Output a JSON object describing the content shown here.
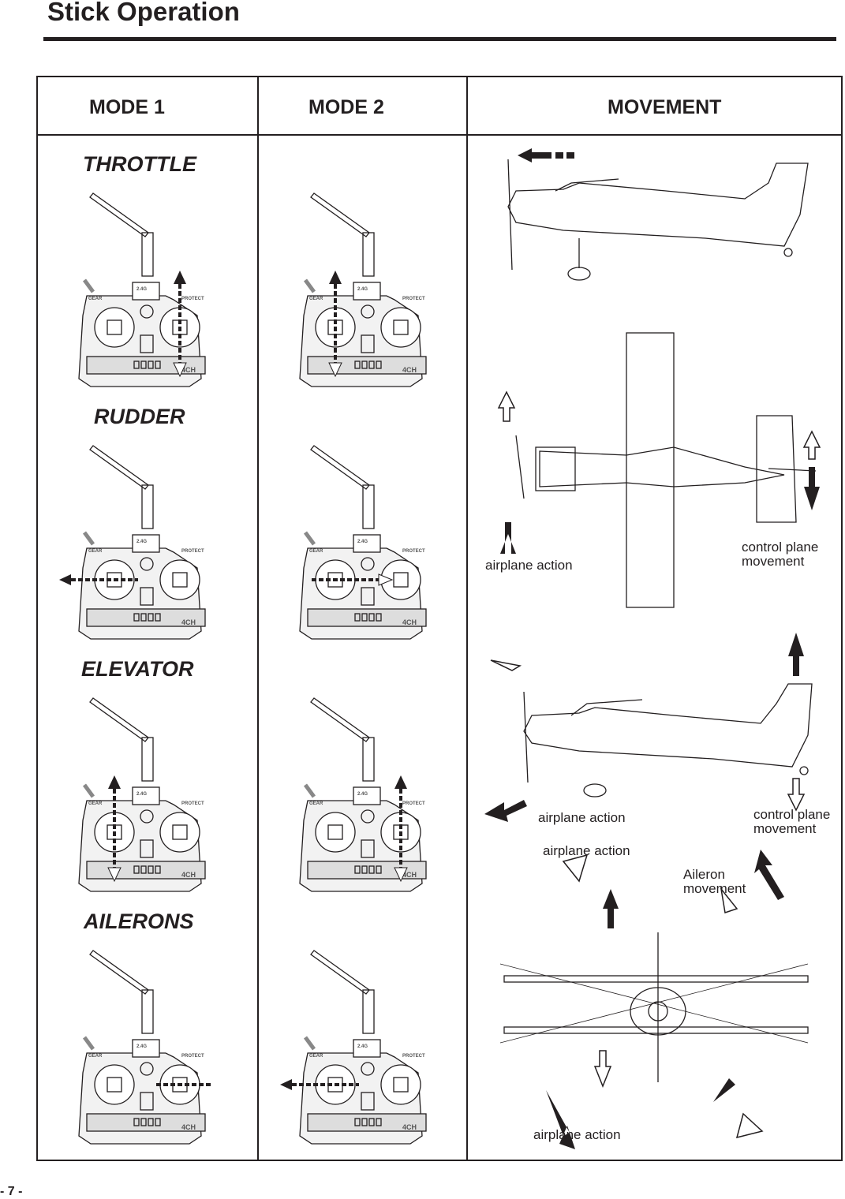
{
  "page_title": "Stick Operation",
  "page_number": "- 7 -",
  "columns": [
    "MODE 1",
    "MODE 2",
    "MOVEMENT"
  ],
  "rows": [
    {
      "label": "THROTTLE",
      "mode1": {
        "stick": "right",
        "dir": "vertical"
      },
      "mode2": {
        "stick": "left",
        "dir": "vertical"
      }
    },
    {
      "label": "RUDDER",
      "mode1": {
        "stick": "left",
        "dir": "horizontal-left"
      },
      "mode2": {
        "stick": "left",
        "dir": "horizontal-right"
      }
    },
    {
      "label": "ELEVATOR",
      "mode1": {
        "stick": "left",
        "dir": "vertical"
      },
      "mode2": {
        "stick": "right",
        "dir": "vertical"
      }
    },
    {
      "label": "AILERONS",
      "mode1": {
        "stick": "right",
        "dir": "horizontal-right"
      },
      "mode2": {
        "stick": "left",
        "dir": "horizontal-left"
      }
    }
  ],
  "transmitter": {
    "gear": "GEAR",
    "protect": "PROTECT",
    "band": "2.4G",
    "channels": "4CH"
  },
  "movement": {
    "rudder_airplane_action": "airplane action",
    "rudder_control_plane": "control plane movement",
    "elevator_airplane_action": "airplane action",
    "elevator_control_plane": "control plane movement",
    "aileron_airplane_action_top": "airplane action",
    "aileron_movement": "Aileron movement",
    "aileron_airplane_action_bottom": "airplane action"
  }
}
